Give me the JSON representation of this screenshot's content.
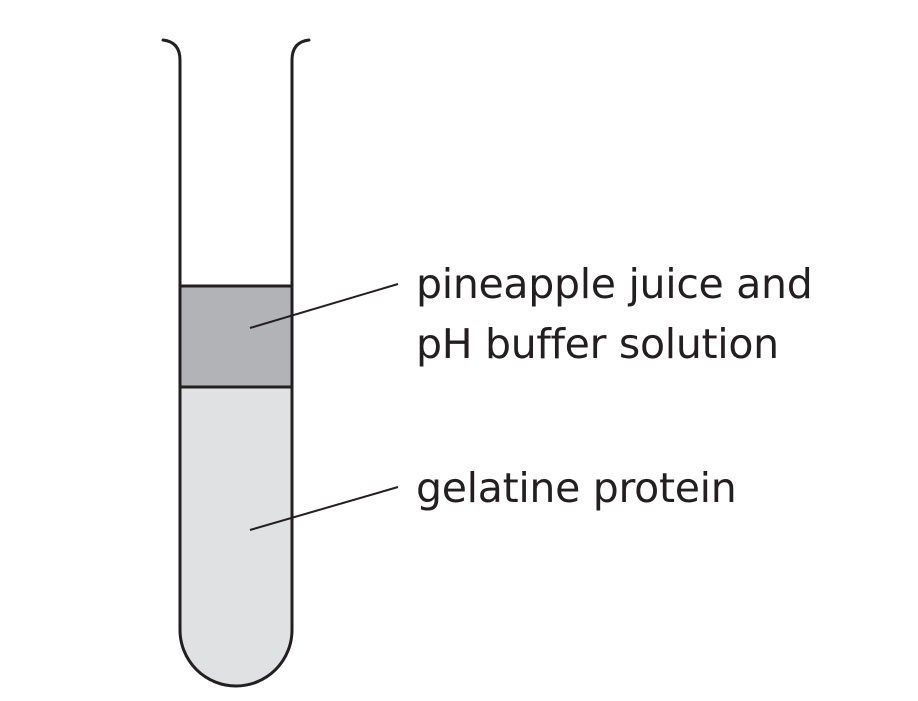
{
  "labels": {
    "upper_layer_line1": "pineapple juice and",
    "upper_layer_line2": "pH buffer solution",
    "lower_layer": "gelatine protein"
  },
  "colors": {
    "outline": "#231f20",
    "upper_layer_fill": "#b1b3b6",
    "lower_layer_fill": "#e0e1e2",
    "background": "#ffffff"
  }
}
